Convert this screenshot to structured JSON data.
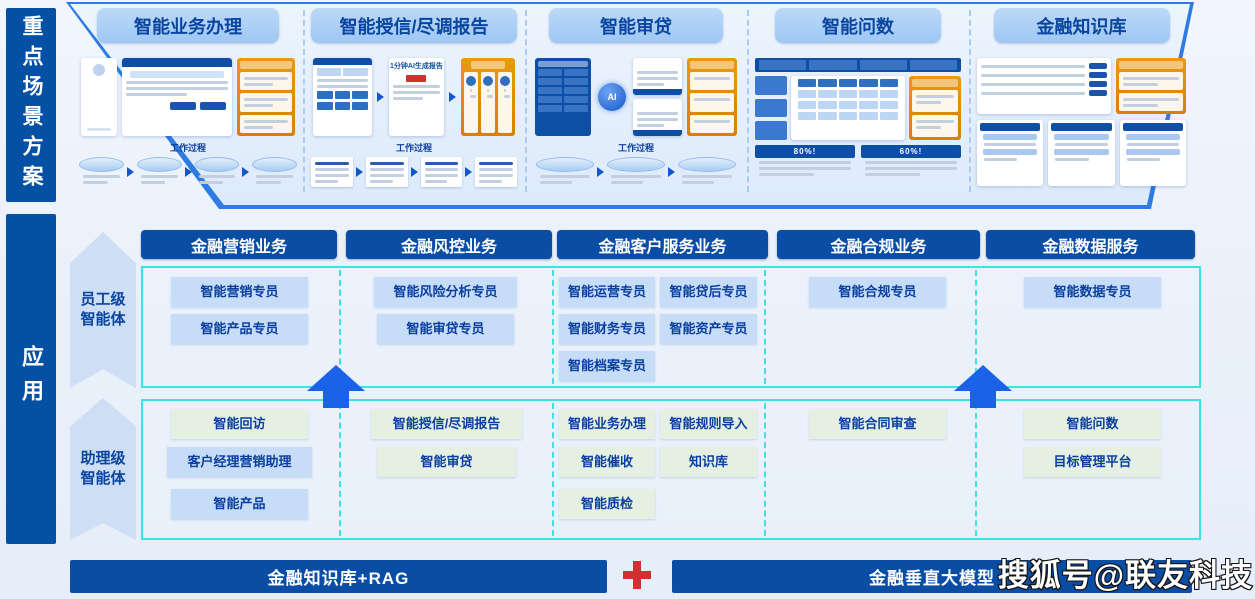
{
  "sidebar": {
    "top_label": "重点场景方案",
    "bottom_label": "应用"
  },
  "top_section": {
    "cards": [
      {
        "title": "智能业务办理",
        "process_label": "工作过程"
      },
      {
        "title": "智能授信/尽调报告",
        "report_title": "1分钟AI生成报告",
        "process_label": "工作过程"
      },
      {
        "title": "智能审贷",
        "ai_badge": "AI",
        "process_label": "工作过程"
      },
      {
        "title": "智能问数",
        "stat_left": "80%!",
        "stat_right": "60%!"
      },
      {
        "title": "金融知识库"
      }
    ]
  },
  "application_section": {
    "row_labels": [
      "员工级智能体",
      "助理级智能体"
    ],
    "columns": [
      {
        "header": "金融营销业务",
        "employee": [
          "智能营销专员",
          "智能产品专员"
        ],
        "assistant": [
          "智能回访",
          "客户经理营销助理",
          "智能产品"
        ]
      },
      {
        "header": "金融风控业务",
        "employee": [
          "智能风险分析专员",
          "智能审贷专员"
        ],
        "assistant": [
          "智能授信/尽调报告",
          "智能审贷"
        ]
      },
      {
        "header": "金融客户服务业务",
        "employee": [
          "智能运营专员",
          "智能贷后专员",
          "智能财务专员",
          "智能资产专员",
          "智能档案专员"
        ],
        "assistant": [
          "智能业务办理",
          "智能规则导入",
          "智能催收",
          "知识库",
          "智能质检"
        ]
      },
      {
        "header": "金融合规业务",
        "employee": [
          "智能合规专员"
        ],
        "assistant": [
          "智能合同审查"
        ]
      },
      {
        "header": "金融数据服务",
        "employee": [
          "智能数据专员"
        ],
        "assistant": [
          "智能问数",
          "目标管理平台"
        ]
      }
    ]
  },
  "foundation": {
    "left_bar": "金融知识库+RAG",
    "right_bar": "金融垂直大模型"
  },
  "watermark": "搜狐号@联友科技",
  "colors": {
    "navy": "#0a4da5",
    "card_header_pill": "#a9cdf4",
    "chip_blue": "#c7dcf6",
    "chip_green": "#e6f0e2",
    "cyan_border": "#3fe0e6",
    "arrow_blue": "#1a63e8",
    "plus_red": "#d03030",
    "orange_panel": "#e08c0a"
  }
}
